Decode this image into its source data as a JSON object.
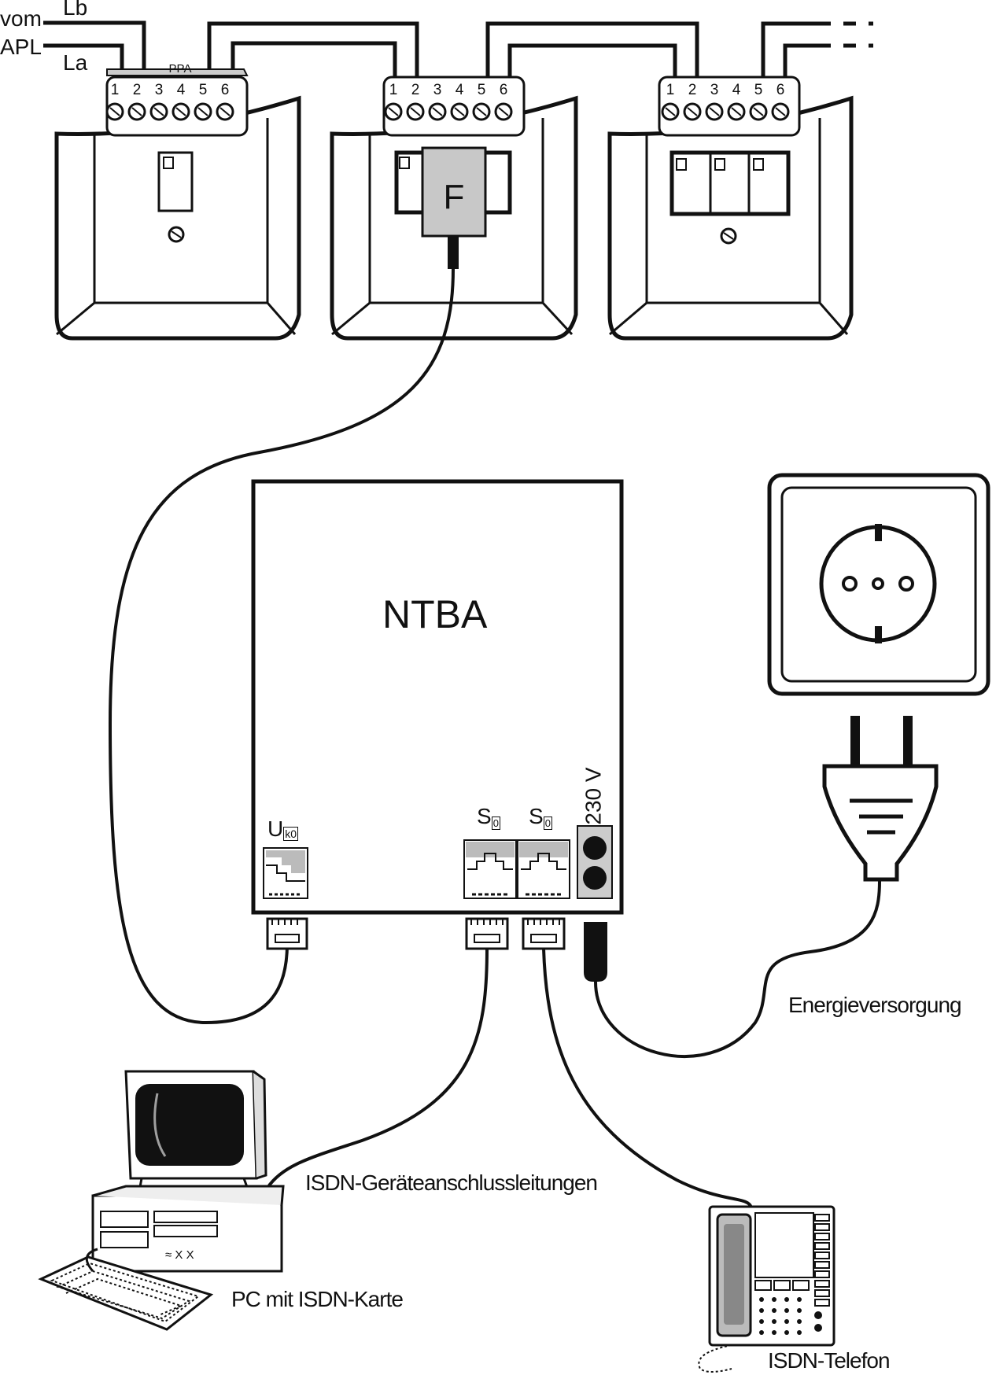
{
  "apl": {
    "from": "vom",
    "apl": "APL",
    "lb": "Lb",
    "la": "La"
  },
  "ppa": "PPA",
  "pin_numbers": [
    "1",
    "2",
    "3",
    "4",
    "5",
    "6"
  ],
  "filter_label": "F",
  "ntba": {
    "title": "NTBA",
    "uk0": "U",
    "uk0_sub": "k0",
    "s0_left": "S",
    "s0_right": "S",
    "s0_sub": "0",
    "voltage": "230 V"
  },
  "labels": {
    "power": "Energieversorgung",
    "cables": "ISDN-Geräteanschlussleitungen",
    "pc": "PC mit ISDN-Karte",
    "phone": "ISDN-Telefon"
  }
}
